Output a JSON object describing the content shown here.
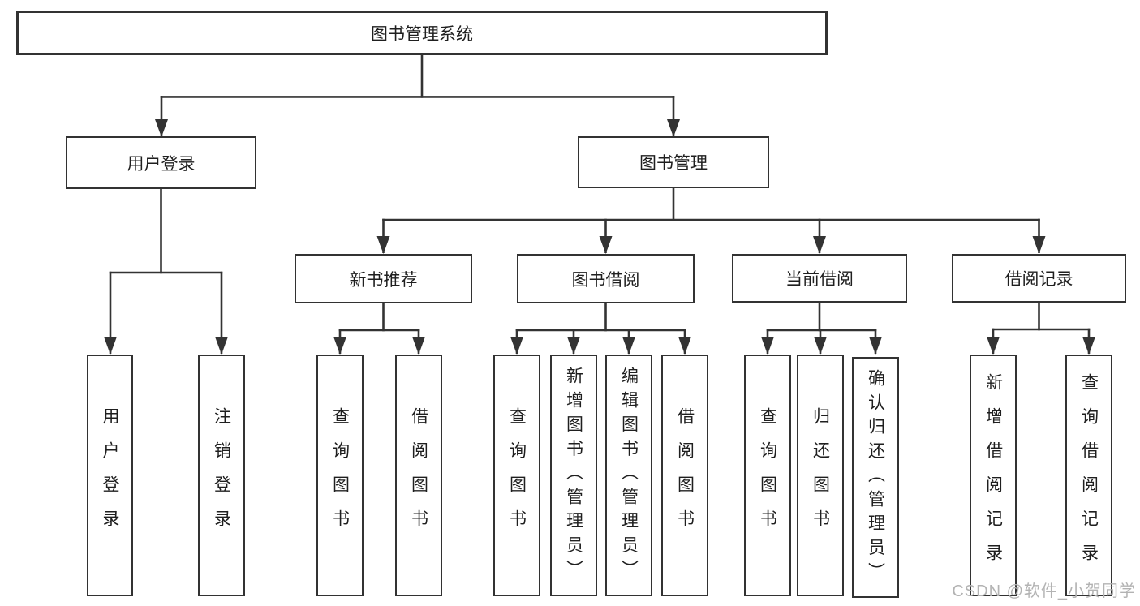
{
  "tree": {
    "root": {
      "label": "图书管理系统"
    },
    "branches": [
      {
        "label": "用户登录",
        "leaves": [
          "用户登录",
          "注销登录"
        ]
      },
      {
        "label": "图书管理",
        "groups": [
          {
            "label": "新书推荐",
            "leaves": [
              "查询图书",
              "借阅图书"
            ]
          },
          {
            "label": "图书借阅",
            "leaves": [
              "查询图书",
              "新增图书（管理员）",
              "编辑图书（管理员）",
              "借阅图书"
            ]
          },
          {
            "label": "当前借阅",
            "leaves": [
              "查询图书",
              "归还图书",
              "确认归还（管理员）"
            ]
          },
          {
            "label": "借阅记录",
            "leaves": [
              "新增借阅记录",
              "查询借阅记录"
            ]
          }
        ]
      }
    ]
  },
  "watermark": {
    "text": "CSDN @软件_小贺同学"
  },
  "colors": {
    "background": "#ffffff",
    "border": "#323232",
    "line": "#333333",
    "text": "#1f1f1f",
    "watermark": "#b3b3b3"
  }
}
